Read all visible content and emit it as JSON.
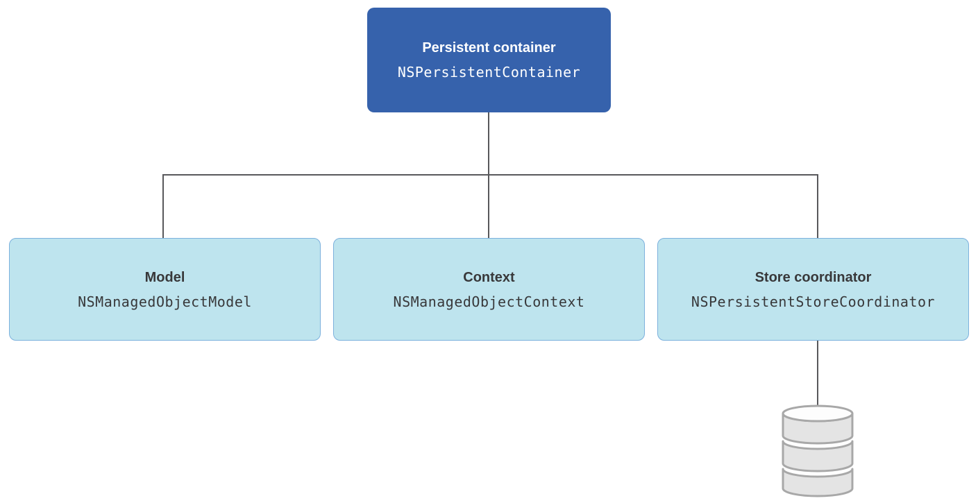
{
  "diagram": {
    "description": "Core Data stack diagram",
    "colors": {
      "background": "#ffffff",
      "parent_fill": "#3662ac",
      "parent_text": "#ffffff",
      "child_fill": "#bee4ee",
      "child_border": "#7cb1dd",
      "child_text": "#38383a",
      "connector_line": "#58585b",
      "database_fill": "#e4e4e4",
      "database_stroke": "#a8a8a8",
      "database_top_fill": "#fdfdfd"
    },
    "nodes": {
      "persistent_container": {
        "title": "Persistent container",
        "code": "NSPersistentContainer"
      },
      "model": {
        "title": "Model",
        "code": "NSManagedObjectModel"
      },
      "context": {
        "title": "Context",
        "code": "NSManagedObjectContext"
      },
      "store_coordinator": {
        "title": "Store coordinator",
        "code": "NSPersistentStoreCoordinator"
      }
    },
    "icons": {
      "database": "database-cylinder-icon"
    }
  }
}
